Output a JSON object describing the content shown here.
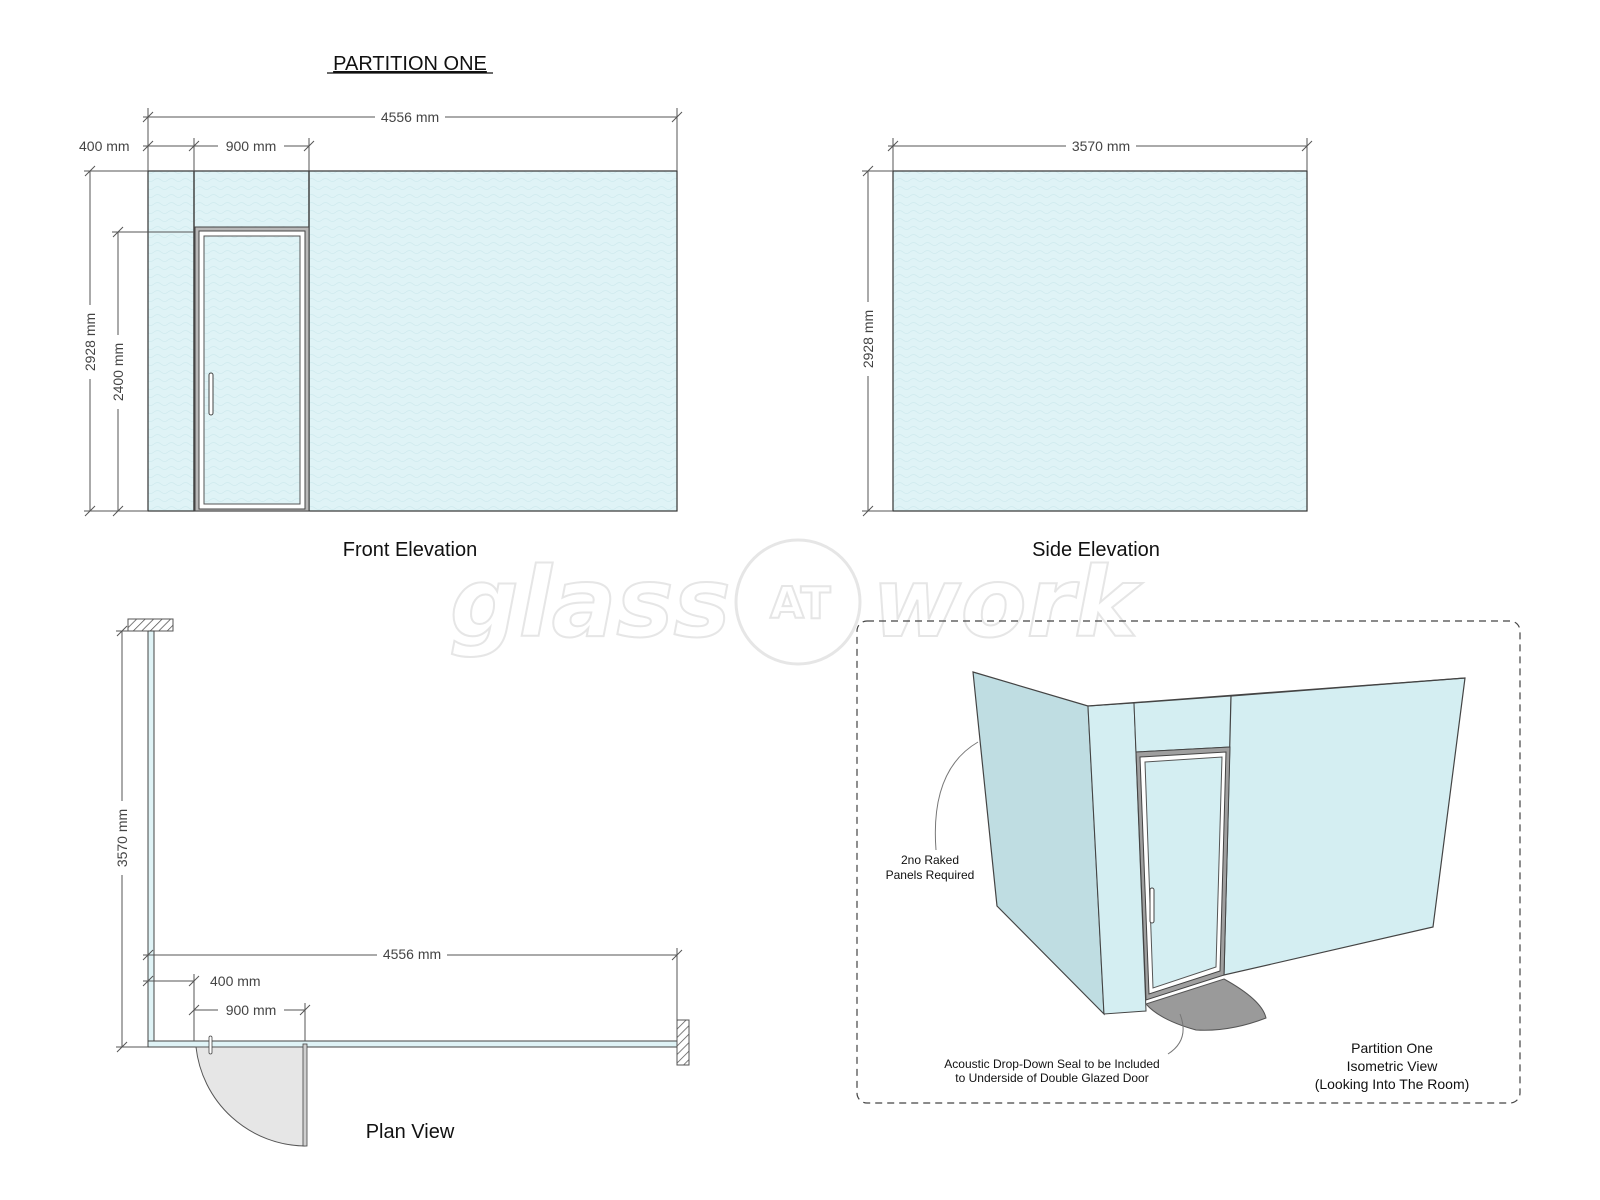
{
  "title": "PARTITION ONE",
  "watermark": {
    "prefix": "glass",
    "middle": "AT",
    "suffix": "work"
  },
  "front_elevation": {
    "label": "Front Elevation",
    "dims": {
      "overall_width": "4556 mm",
      "left_panel": "400 mm",
      "door_width": "900 mm",
      "overall_height": "2928 mm",
      "door_height": "2400 mm"
    }
  },
  "side_elevation": {
    "label": "Side Elevation",
    "dims": {
      "width": "3570 mm",
      "height": "2928 mm"
    }
  },
  "plan_view": {
    "label": "Plan View",
    "dims": {
      "side_length": "3570 mm",
      "front_length": "4556 mm",
      "left_panel": "400 mm",
      "door_width": "900 mm"
    }
  },
  "isometric": {
    "label_lines": [
      "Partition One",
      "Isometric View",
      "(Looking Into The Room)"
    ],
    "note_raked": [
      "2no Raked",
      "Panels Required"
    ],
    "note_seal": [
      "Acoustic Drop-Down Seal to be Included",
      "to Underside of Double Glazed Door"
    ]
  },
  "colors": {
    "glass": "#dff3f6",
    "frame": "#444444",
    "door_swing": "#e0e0e0",
    "seal": "#9a9a9a"
  }
}
